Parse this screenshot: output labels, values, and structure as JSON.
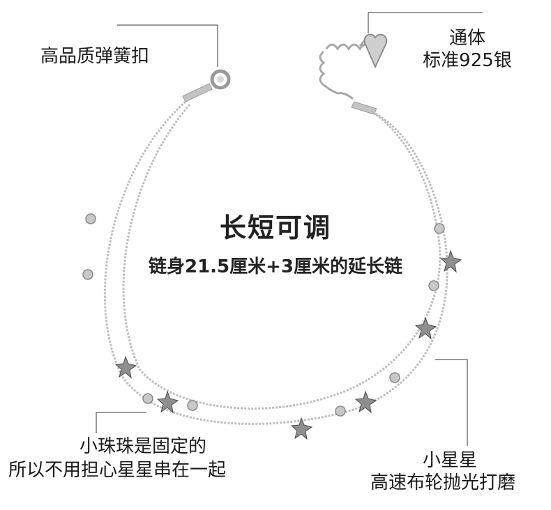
{
  "callouts": {
    "clasp": "高品质弹簧扣",
    "silver_line1": "通体",
    "silver_line2": "标准925银",
    "beads_line1": "小珠珠是固定的",
    "beads_line2": "所以不用担心星星串在一起",
    "stars_line1": "小星星",
    "stars_line2": "高速布轮抛光打磨"
  },
  "headline": {
    "title": "长短可调",
    "subtitle": "链身21.5厘米+3厘米的延长链"
  },
  "colors": {
    "text": "#1a1a1a",
    "chain": "#b9b9b9",
    "charm": "#8a8a8a",
    "background": "#ffffff"
  }
}
